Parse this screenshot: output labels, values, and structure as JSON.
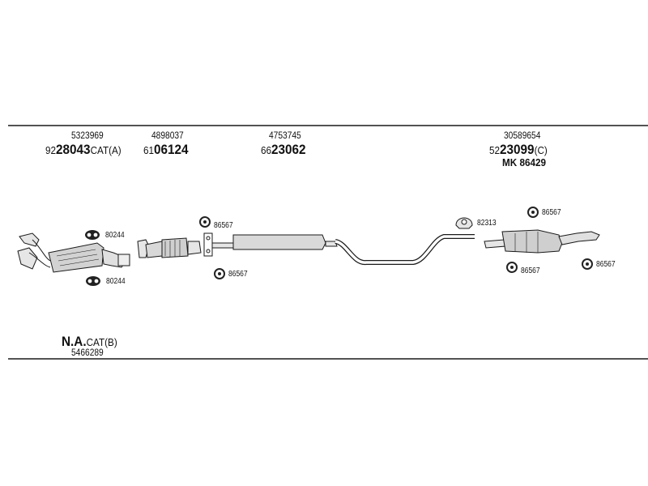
{
  "parts": [
    {
      "number": "5323969",
      "ref_prefix": "92",
      "ref_main": "28043",
      "ref_suffix": "CAT(A)"
    },
    {
      "number": "4898037",
      "ref_prefix": "61",
      "ref_main": "06124",
      "ref_suffix": ""
    },
    {
      "number": "4753745",
      "ref_prefix": "66",
      "ref_main": "23062",
      "ref_suffix": ""
    },
    {
      "number": "30589654",
      "ref_prefix": "52",
      "ref_main": "23099",
      "ref_suffix": "(C)",
      "kit": "MK  86429"
    }
  ],
  "mounts": {
    "cat_top": "80244",
    "cat_bottom": "80244",
    "front_pipe_top": "86567",
    "front_pipe_bottom": "86567",
    "clamp": "82313",
    "rear_top": "86567",
    "rear_bottom_left": "86567",
    "rear_bottom_right": "86567"
  },
  "footnote": {
    "main": "N.A.",
    "suffix": "CAT(B)",
    "number": "5466289"
  },
  "colors": {
    "line": "#1a1a1a",
    "fill": "#d8d8d8",
    "dark": "#222222"
  }
}
